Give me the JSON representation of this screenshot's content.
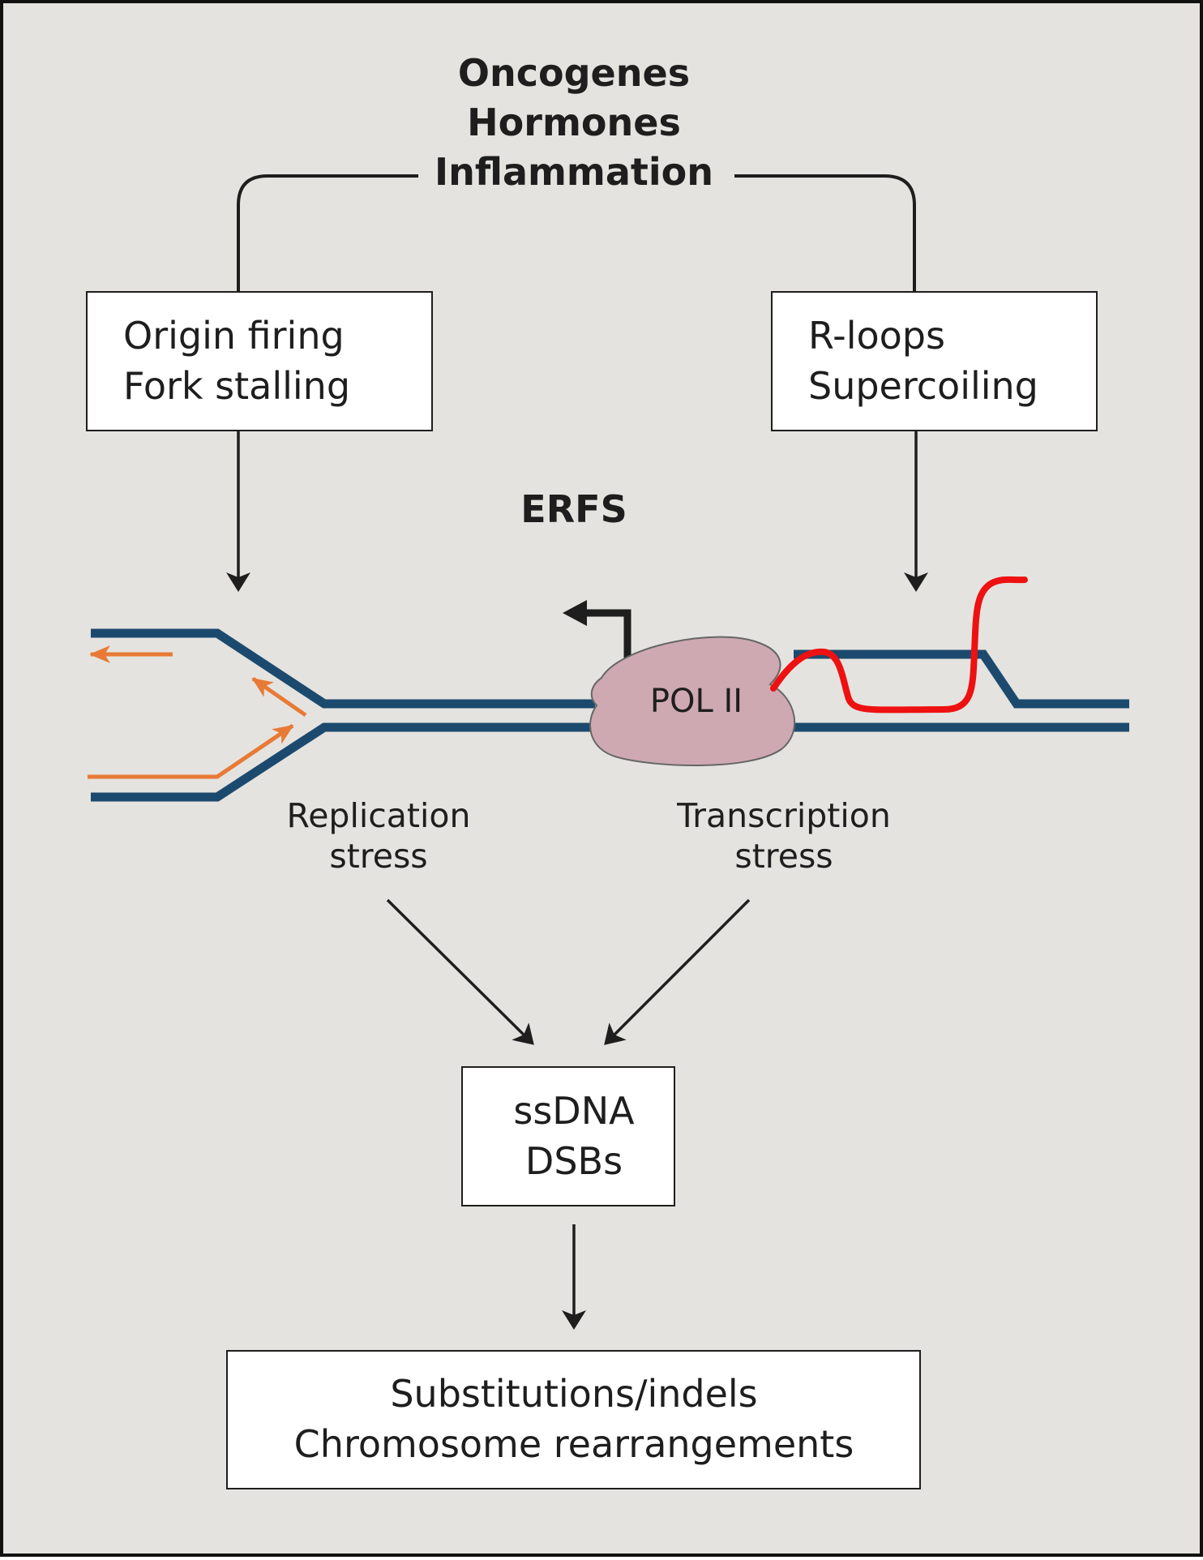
{
  "colors": {
    "background": "#e5e3df",
    "ink": "#1e1e1e",
    "dna": "#1c4a6e",
    "nascent_strand": "#e87a36",
    "rna": "#ee1111",
    "pol2": "#cea9b2"
  },
  "top_factors": [
    "Oncogenes",
    "Hormones",
    "Inflammation"
  ],
  "replication_box": [
    "Origin firing",
    "Fork stalling"
  ],
  "transcription_box": [
    "R-loops",
    "Supercoiling"
  ],
  "erfs_label": "ERFS",
  "pol2_label": "POL II",
  "replication_stress": [
    "Replication",
    "stress"
  ],
  "transcription_stress": [
    "Transcription",
    "stress"
  ],
  "damage_box": [
    "ssDNA",
    "DSBs"
  ],
  "outcome_box": [
    "Substitutions/indels",
    "Chromosome rearrangements"
  ]
}
